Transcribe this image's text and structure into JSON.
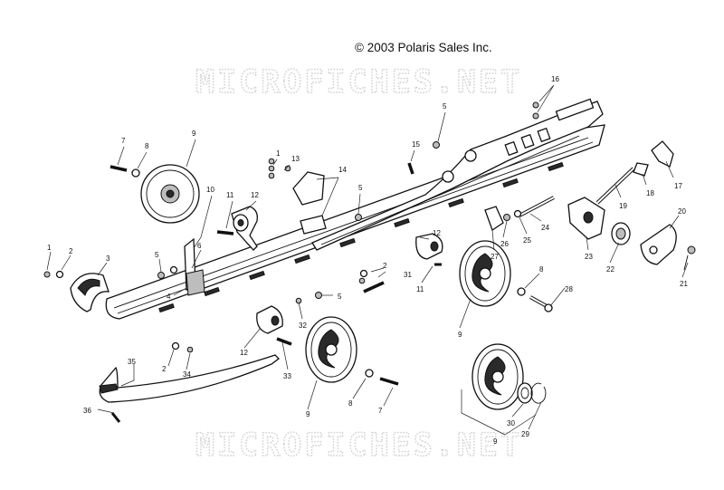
{
  "copyright": "© 2003 Polaris Sales Inc.",
  "watermark": "MICROFICHES.NET",
  "callouts": {
    "c1a": "1",
    "c1b": "1",
    "c2a": "2",
    "c2b": "2",
    "c2c": "2",
    "c3": "3",
    "c4": "4",
    "c5a": "5",
    "c5b": "5",
    "c5c": "5",
    "c5d": "5",
    "c6": "6",
    "c7a": "7",
    "c7b": "7",
    "c8a": "8",
    "c8b": "8",
    "c8c": "8",
    "c9a": "9",
    "c9b": "9",
    "c9c": "9",
    "c9d": "9",
    "c10": "10",
    "c11a": "11",
    "c11b": "11",
    "c12a": "12",
    "c12b": "12",
    "c12c": "12",
    "c13": "13",
    "c14": "14",
    "c15": "15",
    "c16": "16",
    "c17": "17",
    "c18": "18",
    "c19": "19",
    "c20": "20",
    "c21": "21",
    "c22": "22",
    "c23": "23",
    "c24": "24",
    "c25": "25",
    "c26": "26",
    "c27": "27",
    "c28": "28",
    "c29": "29",
    "c30": "30",
    "c31": "31",
    "c32": "32",
    "c33": "33",
    "c34": "34",
    "c35": "35",
    "c36": "36"
  }
}
